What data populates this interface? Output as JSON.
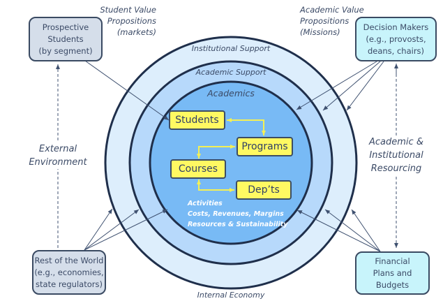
{
  "diagram": {
    "rings": {
      "outer": {
        "label": "Institutional Support",
        "color": "#ddeefc"
      },
      "middle": {
        "label": "Academic Support",
        "color": "#b7d9fb"
      },
      "inner": {
        "label": "Academics",
        "color": "#78baf5"
      },
      "bottom_label": "Internal Economy",
      "stroke": "#1f2f4b"
    },
    "core_nodes": {
      "students": "Students",
      "programs": "Programs",
      "courses": "Courses",
      "depts": "Dep’ts"
    },
    "core_notes": [
      "Activities",
      "Costs, Revenues, Margins",
      "Resources & Sustainability"
    ],
    "external_boxes": {
      "prospective_students": [
        "Prospective",
        "Students",
        "(by segment)"
      ],
      "decision_makers": [
        "Decision Makers",
        "(e.g., provosts,",
        "deans, chairs)"
      ],
      "rest_of_world": [
        "Rest of the World",
        "(e.g., economies,",
        "state regulators)"
      ],
      "financial_plans": [
        "Financial",
        "Plans and",
        "Budgets"
      ]
    },
    "side_labels": {
      "student_value": [
        "Student Value",
        "Propositions",
        "(markets)"
      ],
      "academic_value": [
        "Academic Value",
        "Propositions",
        "(Missions)"
      ],
      "external_environment": [
        "External",
        "Environment"
      ],
      "resourcing": [
        "Academic &",
        "Institutional",
        "Resourcing"
      ]
    },
    "colors": {
      "gray_box": "#d5deea",
      "cyan_box": "#c8f4fb",
      "yellow_box": "#fff962",
      "yellow_arrow": "#f4f054",
      "connector": "#3f5170"
    }
  }
}
